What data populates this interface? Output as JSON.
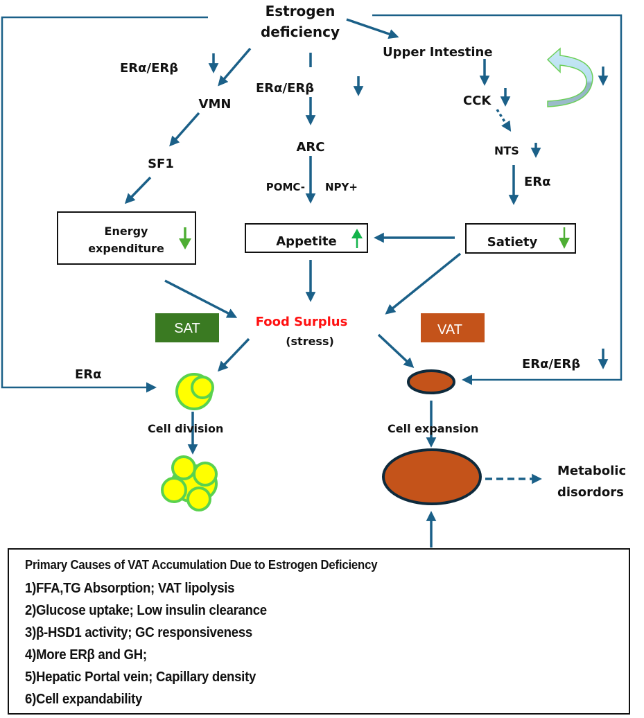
{
  "diagram": {
    "root": "Estrogen deficiency",
    "root_lines": [
      "Estrogen",
      "deficiency"
    ],
    "nodes": {
      "vmn": "VMN",
      "sf1": "SF1",
      "arc": "ARC",
      "pomc": "POMC-",
      "npy": "NPY+",
      "upper_intestine": "Upper Intestine",
      "cck": "CCK",
      "nts": "NTS",
      "energy_expenditure_lines": [
        "Energy",
        "expenditure"
      ],
      "appetite": "Appetite",
      "satiety": "Satiety",
      "food_surplus": "Food Surplus",
      "stress": "(stress)",
      "sat": "SAT",
      "vat": "VAT",
      "cell_division": "Cell division",
      "cell_expansion": "Cell expansion",
      "metabolic_lines": [
        "Metabolic",
        "disordors"
      ]
    },
    "receptor_labels": {
      "vmn_receptor": "ERα/ERβ",
      "arc_receptor": "ERα/ERβ",
      "nts_receptor": "ERα",
      "sat_receptor": "ERα",
      "vat_receptor": "ERα/ERβ"
    },
    "indicators": {
      "vmn_receptor": "down",
      "arc_receptor": "down",
      "cck": "down",
      "nts": "down",
      "vat_receptor": "down",
      "feedback_loop": "down",
      "energy_expenditure": "down",
      "appetite": "up",
      "satiety": "down"
    },
    "colors": {
      "arrow": "#1b6088",
      "sat_tag": "#3a7a22",
      "vat_tag": "#c4531a",
      "sat_cell_fill": "#ffff00",
      "sat_cell_stroke": "#5ad24e",
      "vat_cell_fill": "#c4531a",
      "vat_cell_stroke": "#0e2a3c",
      "indicator_up": "#13b34a",
      "indicator_down_green": "#4eae34",
      "food_surplus": "#ff1010",
      "loop_arrow_fill": "#b7dff0",
      "loop_arrow_stroke": "#6ccf58"
    }
  },
  "causes_box": {
    "title": "Primary Causes of VAT Accumulation Due to Estrogen Deficiency",
    "items": [
      "1)FFA,TG Absorption; VAT lipolysis",
      "2)Glucose uptake; Low insulin clearance",
      "3)β-HSD1 activity; GC responsiveness",
      "4)More ERβ and GH;",
      "5)Hepatic Portal vein; Capillary density",
      "6)Cell expandability"
    ]
  }
}
